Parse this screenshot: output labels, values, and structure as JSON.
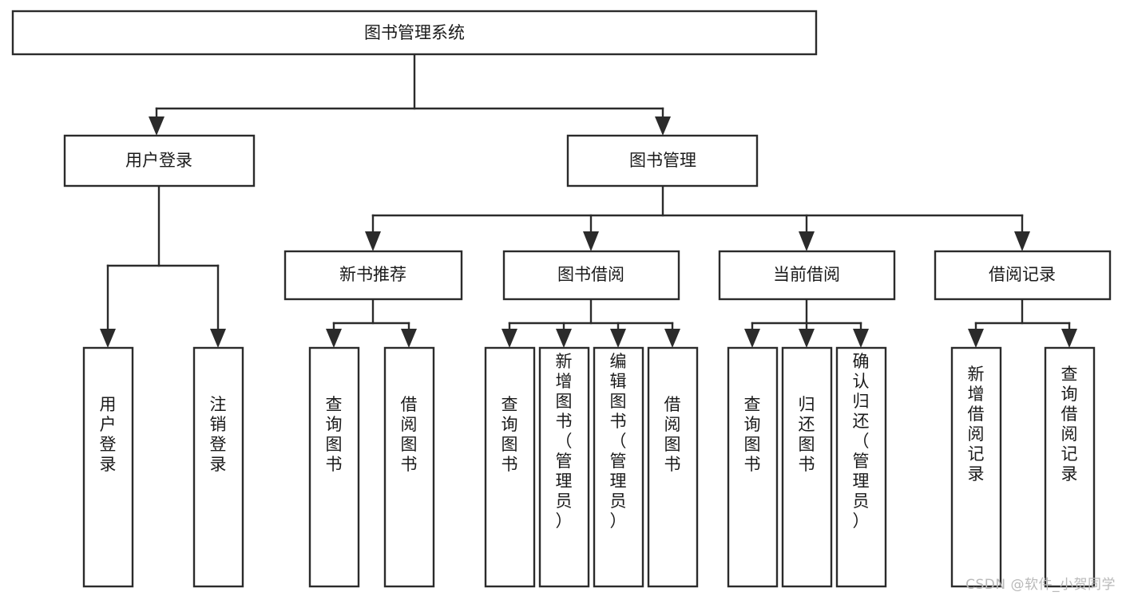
{
  "diagram": {
    "type": "tree-hierarchy",
    "title": "图书管理系统",
    "watermark": "CSDN @软件_小贺同学",
    "colors": {
      "background": "#ffffff",
      "stroke": "#2b2b2b",
      "box_fill": "#ffffff",
      "text": "#1a1a1a",
      "watermark": "#b9b9b9"
    },
    "nodes": {
      "root": {
        "label": "图书管理系统",
        "level": 1,
        "orientation": "horizontal"
      },
      "level2": [
        {
          "id": "user-login",
          "label": "用户登录",
          "orientation": "horizontal"
        },
        {
          "id": "book-manage",
          "label": "图书管理",
          "orientation": "horizontal"
        }
      ],
      "level3": [
        {
          "id": "new-book-recommend",
          "label": "新书推荐",
          "orientation": "horizontal"
        },
        {
          "id": "book-borrow",
          "label": "图书借阅",
          "orientation": "horizontal"
        },
        {
          "id": "current-borrow",
          "label": "当前借阅",
          "orientation": "horizontal"
        },
        {
          "id": "borrow-record",
          "label": "借阅记录",
          "orientation": "horizontal"
        }
      ],
      "leaves": [
        {
          "id": "leaf-user-login",
          "label": "用户登录",
          "parent": "user-login",
          "orientation": "vertical"
        },
        {
          "id": "leaf-user-logout",
          "label": "注销登录",
          "parent": "user-login",
          "orientation": "vertical"
        },
        {
          "id": "leaf-query-book-1",
          "label": "查询图书",
          "parent": "new-book-recommend",
          "orientation": "vertical"
        },
        {
          "id": "leaf-borrow-book-1",
          "label": "借阅图书",
          "parent": "new-book-recommend",
          "orientation": "vertical"
        },
        {
          "id": "leaf-query-book-2",
          "label": "查询图书",
          "parent": "book-borrow",
          "orientation": "vertical"
        },
        {
          "id": "leaf-add-book",
          "label": "新增图书（管理员）",
          "parent": "book-borrow",
          "orientation": "vertical"
        },
        {
          "id": "leaf-edit-book",
          "label": "编辑图书（管理员）",
          "parent": "book-borrow",
          "orientation": "vertical"
        },
        {
          "id": "leaf-borrow-book-2",
          "label": "借阅图书",
          "parent": "book-borrow",
          "orientation": "vertical"
        },
        {
          "id": "leaf-query-book-3",
          "label": "查询图书",
          "parent": "current-borrow",
          "orientation": "vertical"
        },
        {
          "id": "leaf-return-book",
          "label": "归还图书",
          "parent": "current-borrow",
          "orientation": "vertical"
        },
        {
          "id": "leaf-confirm-return",
          "label": "确认归还（管理员）",
          "parent": "current-borrow",
          "orientation": "vertical"
        },
        {
          "id": "leaf-add-record",
          "label": "新增借阅记录",
          "parent": "borrow-record",
          "orientation": "vertical"
        },
        {
          "id": "leaf-query-record",
          "label": "查询借阅记录",
          "parent": "borrow-record",
          "orientation": "vertical"
        }
      ]
    }
  }
}
